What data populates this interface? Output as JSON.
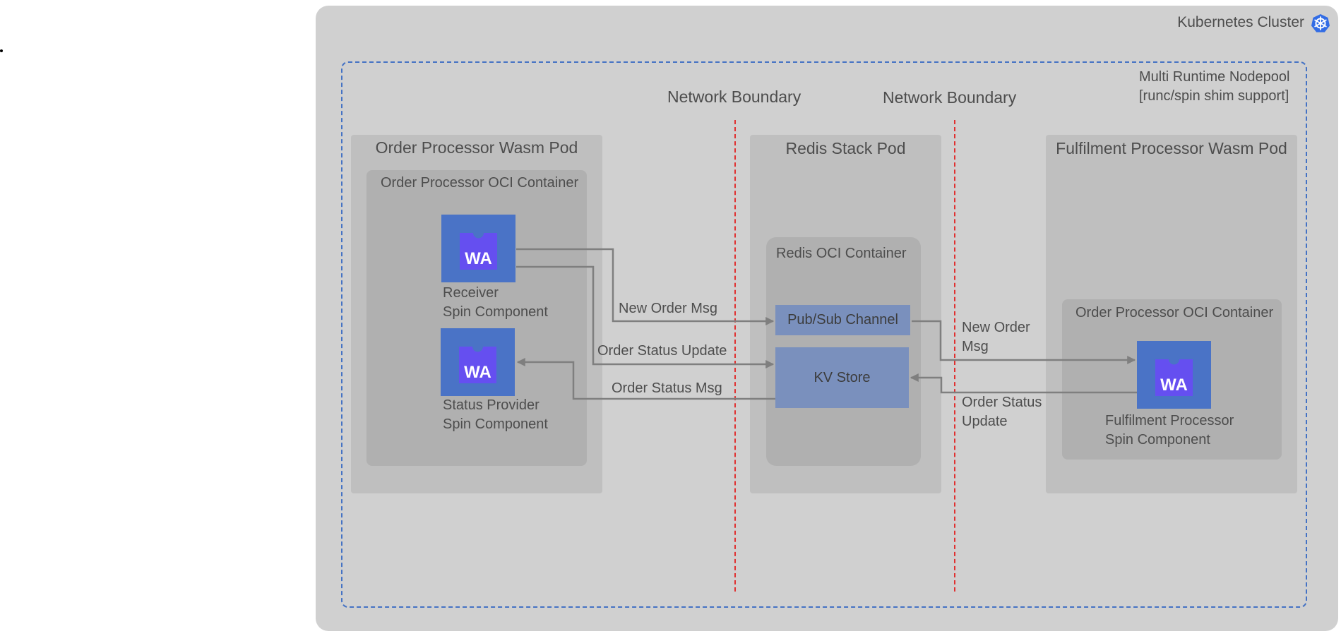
{
  "cluster": {
    "label": "Kubernetes Cluster",
    "icon": "kubernetes-icon"
  },
  "nodepool": {
    "label": "Multi Runtime Nodepool\n[runc/spin shim support]"
  },
  "boundaries": [
    "Network Boundary",
    "Network Boundary"
  ],
  "order_pod": {
    "title": "Order Processor Wasm Pod",
    "container_title": "Order Processor OCI Container",
    "components": [
      {
        "icon_text": "WA",
        "label": "Receiver\nSpin Component"
      },
      {
        "icon_text": "WA",
        "label": "Status Provider\nSpin Component"
      }
    ]
  },
  "redis_pod": {
    "title": "Redis Stack Pod",
    "container_title": "Redis OCI Container",
    "pubsub": "Pub/Sub Channel",
    "kv": "KV Store"
  },
  "fulfilment_pod": {
    "title": "Fulfilment Processor Wasm Pod",
    "container_title": "Order Processor OCI Container",
    "component": {
      "icon_text": "WA",
      "label": "Fulfilment Processor\nSpin Component"
    }
  },
  "messages": {
    "new_order_left": "New Order Msg",
    "status_update_left": "Order Status Update",
    "status_msg": "Order Status Msg",
    "new_order_right": "New Order\nMsg",
    "status_update_right": "Order Status\nUpdate"
  },
  "colors": {
    "cluster_bg": "#d0d0d0",
    "nodepool_border": "#4472c4",
    "boundary": "#e03030",
    "wasm_blue": "#4a73c6",
    "wasm_purple": "#654ff0",
    "redis_box": "#7a90bd",
    "arrow": "#7f7f7f"
  }
}
